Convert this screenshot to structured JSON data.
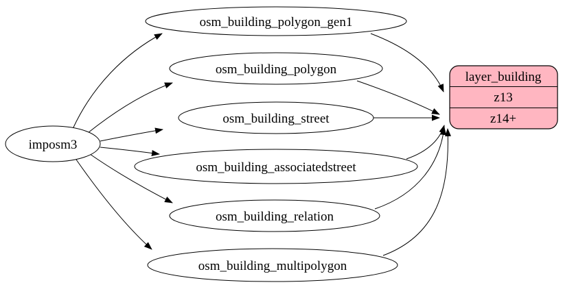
{
  "diagram": {
    "type": "flow-graph",
    "background_color": "#ffffff",
    "edge_color": "#000000",
    "source_node": {
      "label": "imposm3"
    },
    "table_nodes": [
      {
        "label": "osm_building_polygon_gen1"
      },
      {
        "label": "osm_building_polygon"
      },
      {
        "label": "osm_building_street"
      },
      {
        "label": "osm_building_associatedstreet"
      },
      {
        "label": "osm_building_relation"
      },
      {
        "label": "osm_building_multipolygon"
      }
    ],
    "layer_node": {
      "title": "layer_building",
      "rows": [
        {
          "label": "z13"
        },
        {
          "label": "z14+"
        }
      ],
      "fill_color": "#ffb6c1",
      "border_color": "#000000"
    },
    "edges": [
      {
        "from": "imposm3",
        "to": "osm_building_polygon_gen1"
      },
      {
        "from": "imposm3",
        "to": "osm_building_polygon"
      },
      {
        "from": "imposm3",
        "to": "osm_building_street"
      },
      {
        "from": "imposm3",
        "to": "osm_building_associatedstreet"
      },
      {
        "from": "imposm3",
        "to": "osm_building_relation"
      },
      {
        "from": "imposm3",
        "to": "osm_building_multipolygon"
      },
      {
        "from": "osm_building_polygon_gen1",
        "to": "layer_building:z13"
      },
      {
        "from": "osm_building_polygon",
        "to": "layer_building:z14+"
      },
      {
        "from": "osm_building_street",
        "to": "layer_building:z14+"
      },
      {
        "from": "osm_building_associatedstreet",
        "to": "layer_building:z14+"
      },
      {
        "from": "osm_building_relation",
        "to": "layer_building:z14+"
      },
      {
        "from": "osm_building_multipolygon",
        "to": "layer_building:z14+"
      }
    ]
  }
}
